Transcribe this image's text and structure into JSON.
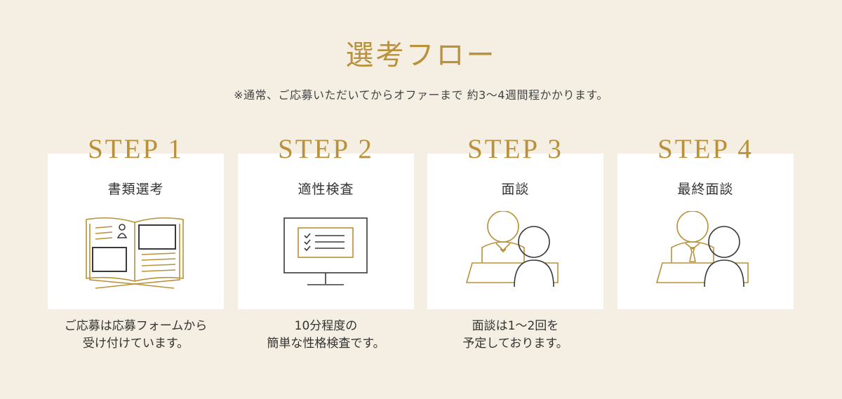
{
  "header": {
    "title": "選考フロー",
    "note": "※通常、ご応募いただいてからオファーまで 約3〜4週間程かかります。"
  },
  "steps": [
    {
      "label": "STEP 1",
      "name": "書類選考",
      "icon": "book-resume-icon",
      "desc_line1": "ご応募は応募フォームから",
      "desc_line2": "受け付けています。"
    },
    {
      "label": "STEP 2",
      "name": "適性検査",
      "icon": "monitor-checklist-icon",
      "desc_line1": "10分程度の",
      "desc_line2": "簡単な性格検査です。"
    },
    {
      "label": "STEP 3",
      "name": "面談",
      "icon": "interview-icon",
      "desc_line1": "面談は1〜2回を",
      "desc_line2": "予定しております。"
    },
    {
      "label": "STEP 4",
      "name": "最終面談",
      "icon": "final-interview-icon",
      "desc_line1": "",
      "desc_line2": ""
    }
  ],
  "colors": {
    "background": "#f4efe2",
    "accent_gold": "#b8913a",
    "line_dark": "#3a3a3a"
  }
}
